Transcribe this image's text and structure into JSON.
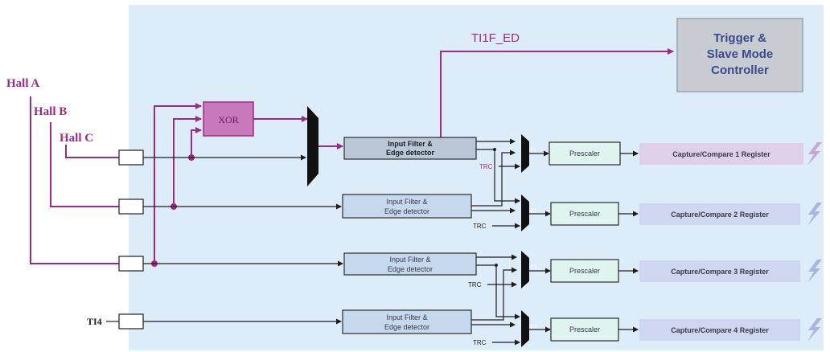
{
  "inputs": {
    "hall_a": "Hall A",
    "hall_b": "Hall B",
    "hall_c": "Hall C",
    "ti4": "TI4"
  },
  "xor_label": "XOR",
  "ti1f_ed_label": "TI1F_ED",
  "trigger_controller": {
    "line1": "Trigger &",
    "line2": "Slave Mode",
    "line3": "Controller"
  },
  "channels": [
    {
      "filter_line1": "Input Filter &",
      "filter_line2": "Edge detector",
      "ic_label": "IC1",
      "trc_label": "TRC",
      "prescaler": "Prescaler",
      "register": "Capture/Compare 1 Register"
    },
    {
      "filter_line1": "Input Filter &",
      "filter_line2": "Edge detector",
      "ic_label": "IC2",
      "trc_label": "TRC",
      "prescaler": "Prescaler",
      "register": "Capture/Compare 2 Register"
    },
    {
      "filter_line1": "Input Filter &",
      "filter_line2": "Edge detector",
      "ic_label": "IC3",
      "trc_label": "TRC",
      "prescaler": "Prescaler",
      "register": "Capture/Compare 3 Register"
    },
    {
      "filter_line1": "Input Filter &",
      "filter_line2": "Edge detector",
      "ic_label": "IC4",
      "trc_label": "TRC",
      "prescaler": "Prescaler",
      "register": "Capture/Compare 4 Register"
    }
  ],
  "colors": {
    "panel_bg": "#dcecf8",
    "hall_signal": "#9c2a86",
    "wire": "#1e1e1e",
    "filter_fill": "#c5d8ec",
    "filter_fill_active": "#b9c7d6",
    "prescaler_fill": "#dff3ef",
    "register_fill": "#cfd6ef",
    "register_fill_active": "#ddd0e8",
    "trigger_fill": "#c7ccd2",
    "xor_fill": "#c879bc",
    "interrupt_active": "#c9a6d8",
    "interrupt": "#a9b4e0"
  },
  "icons": {
    "mux": "mux-trapezoid",
    "capture_interrupt": "lightning-icon"
  }
}
